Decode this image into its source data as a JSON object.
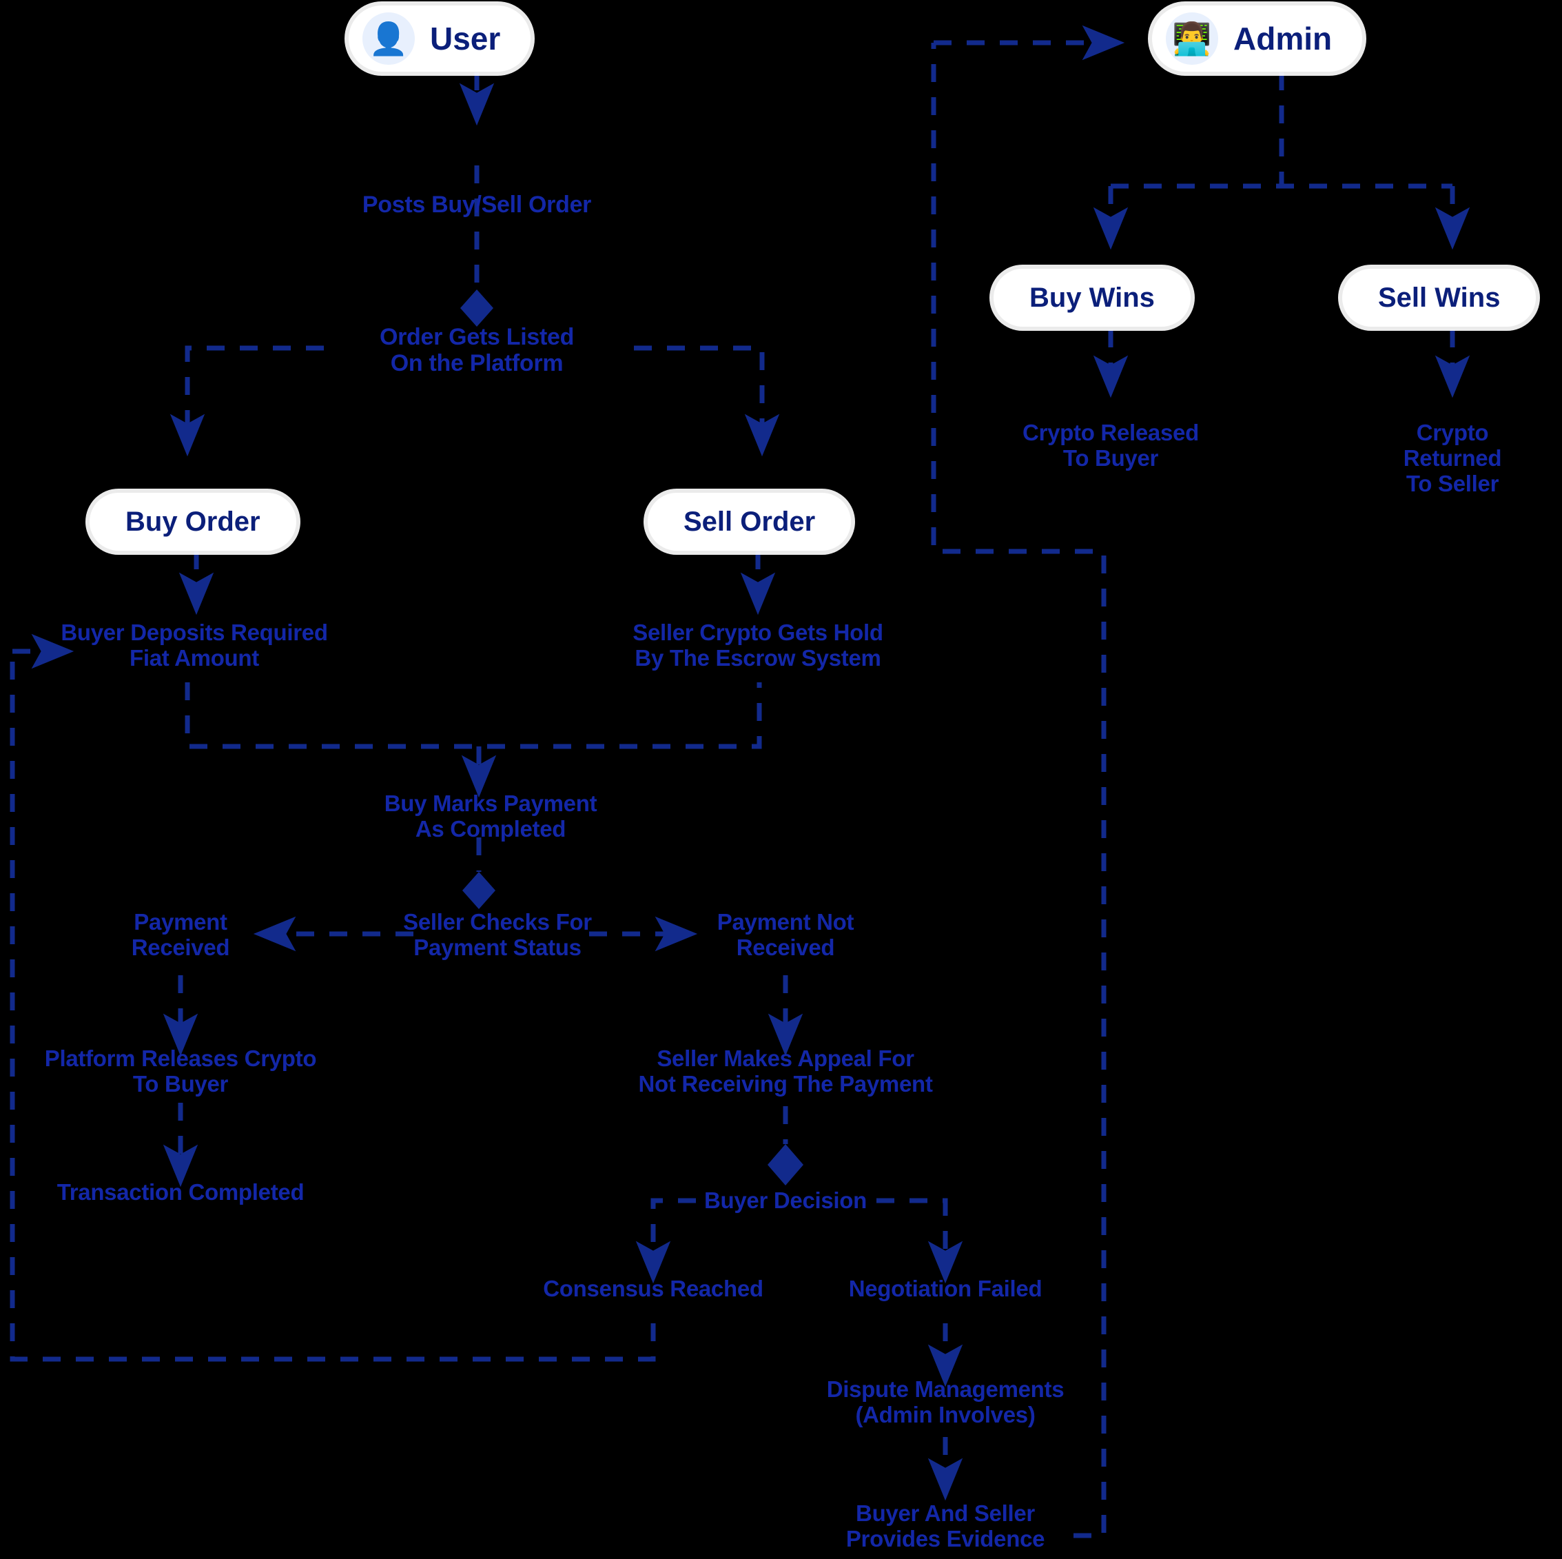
{
  "meta": {
    "title": "P2P Crypto Trading Escrow & Dispute Flowchart",
    "colors": {
      "background": "#000000",
      "node_fill": "#ffffff",
      "node_text": "#0b1f7a",
      "label_text": "#1327a8",
      "edge": "#1b2f8f",
      "avatar_bg": "#e8f0fd"
    }
  },
  "actors": [
    {
      "id": "user",
      "label": "User",
      "icon": "user-avatar-icon",
      "glyph": "👤"
    },
    {
      "id": "admin",
      "label": "Admin",
      "icon": "admin-support-agent-icon",
      "glyph": "👨‍💻"
    }
  ],
  "nodes": {
    "posts_order": "Posts Buy/Sell Order",
    "order_listed_l1": "Order Gets Listed",
    "order_listed_l2": "On the Platform",
    "buy_order": "Buy  Order",
    "sell_order": "Sell Order",
    "buyer_deposits_l1": "Buyer Deposits Required",
    "buyer_deposits_l2": "Fiat Amount",
    "seller_crypto_l1": "Seller Crypto Gets Hold",
    "seller_crypto_l2": "By The Escrow System",
    "buy_marks_l1": "Buy Marks Payment",
    "buy_marks_l2": "As Completed",
    "seller_checks_l1": "Seller Checks For",
    "seller_checks_l2": "Payment Status",
    "payment_received_l1": "Payment",
    "payment_received_l2": "Received",
    "payment_not_l1": "Payment Not",
    "payment_not_l2": "Received",
    "platform_release_l1": "Platform Releases Crypto",
    "platform_release_l2": "To Buyer",
    "transaction_done": "Transaction Completed",
    "seller_appeal_l1": "Seller Makes Appeal For",
    "seller_appeal_l2": "Not Receiving The Payment",
    "buyer_decision": "Buyer Decision",
    "consensus": "Consensus Reached",
    "negotiation_failed": "Negotiation Failed",
    "dispute_l1": "Dispute Managements",
    "dispute_l2": "(Admin Involves)",
    "evidence_l1": "Buyer And Seller",
    "evidence_l2": "Provides Evidence",
    "buy_wins": "Buy Wins",
    "sell_wins": "Sell Wins",
    "crypto_released_l1": "Crypto Released",
    "crypto_released_l2": "To Buyer",
    "crypto_returned_l1": "Crypto Returned",
    "crypto_returned_l2": "To Seller"
  },
  "chart_data": {
    "type": "flowchart",
    "title": "P2P Crypto Trading Escrow & Dispute Flowchart",
    "orientation": "top-down",
    "line_style": "dashed",
    "steps": [
      "User",
      "Posts Buy/Sell Order",
      "Order Gets Listed On the Platform",
      "Buy  Order",
      "Sell Order",
      "Buyer Deposits Required Fiat Amount",
      "Seller Crypto Gets Hold By The Escrow System",
      "Buy Marks Payment As Completed",
      "Seller Checks For Payment Status",
      "Payment Received",
      "Payment Not Received",
      "Platform Releases Crypto To Buyer",
      "Transaction Completed",
      "Seller Makes Appeal For Not Receiving The Payment",
      "Buyer Decision",
      "Consensus Reached",
      "Negotiation Failed",
      "Dispute Managements (Admin Involves)",
      "Buyer And Seller Provides Evidence",
      "Admin",
      "Buy Wins",
      "Sell Wins",
      "Crypto Released To Buyer",
      "Crypto Returned To Seller"
    ],
    "edges": [
      {
        "from": "User",
        "to": "Posts Buy/Sell Order"
      },
      {
        "from": "Posts Buy/Sell Order",
        "to": "Order Gets Listed On the Platform"
      },
      {
        "from": "Order Gets Listed On the Platform",
        "to": "Buy  Order"
      },
      {
        "from": "Order Gets Listed On the Platform",
        "to": "Sell Order"
      },
      {
        "from": "Buy  Order",
        "to": "Buyer Deposits Required Fiat Amount"
      },
      {
        "from": "Sell Order",
        "to": "Seller Crypto Gets Hold By The Escrow System"
      },
      {
        "from": "Buyer Deposits Required Fiat Amount",
        "to": "Buy Marks Payment As Completed"
      },
      {
        "from": "Seller Crypto Gets Hold By The Escrow System",
        "to": "Buy Marks Payment As Completed"
      },
      {
        "from": "Buy Marks Payment As Completed",
        "to": "Seller Checks For Payment Status"
      },
      {
        "from": "Seller Checks For Payment Status",
        "to": "Payment Received"
      },
      {
        "from": "Seller Checks For Payment Status",
        "to": "Payment Not Received"
      },
      {
        "from": "Payment Received",
        "to": "Platform Releases Crypto To Buyer"
      },
      {
        "from": "Platform Releases Crypto To Buyer",
        "to": "Transaction Completed"
      },
      {
        "from": "Payment Not Received",
        "to": "Seller Makes Appeal For Not Receiving The Payment"
      },
      {
        "from": "Seller Makes Appeal For Not Receiving The Payment",
        "to": "Buyer Decision"
      },
      {
        "from": "Buyer Decision",
        "to": "Consensus Reached"
      },
      {
        "from": "Buyer Decision",
        "to": "Negotiation Failed"
      },
      {
        "from": "Consensus Reached",
        "to": "Buyer Deposits Required Fiat Amount"
      },
      {
        "from": "Negotiation Failed",
        "to": "Dispute Managements (Admin Involves)"
      },
      {
        "from": "Dispute Managements (Admin Involves)",
        "to": "Buyer And Seller Provides Evidence"
      },
      {
        "from": "Buyer And Seller Provides Evidence",
        "to": "Admin"
      },
      {
        "from": "Admin",
        "to": "Buy Wins"
      },
      {
        "from": "Admin",
        "to": "Sell Wins"
      },
      {
        "from": "Buy Wins",
        "to": "Crypto Released To Buyer"
      },
      {
        "from": "Sell Wins",
        "to": "Crypto Returned To Seller"
      }
    ]
  }
}
